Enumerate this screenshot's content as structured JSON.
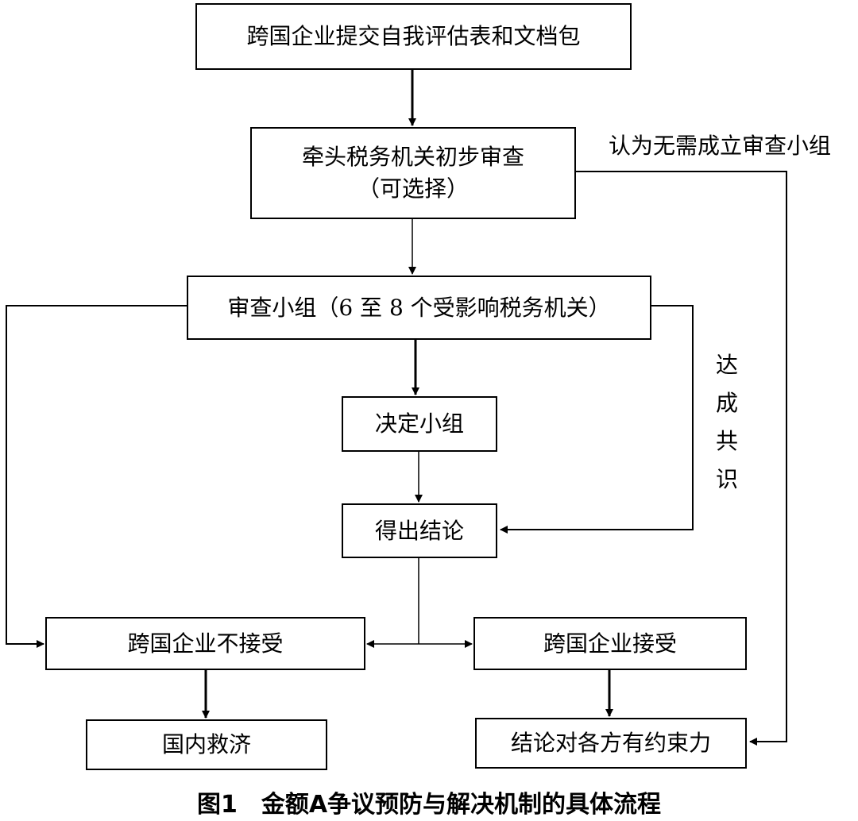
{
  "nodes": {
    "submit": "跨国企业提交自我评估表和文档包",
    "lead_review_line1": "牵头税务机关初步审查",
    "lead_review_line2": "（可选择）",
    "review_panel": "审查小组（6 至 8 个受影响税务机关）",
    "decision_panel": "决定小组",
    "conclusion": "得出结论",
    "not_accept": "跨国企业不接受",
    "accept": "跨国企业接受",
    "domestic_remedy": "国内救济",
    "binding": "结论对各方有约束力"
  },
  "edge_labels": {
    "no_panel_needed": "认为无需成立审查小组",
    "consensus": "达成共识"
  },
  "caption": "图1　金额A争议预防与解决机制的具体流程"
}
